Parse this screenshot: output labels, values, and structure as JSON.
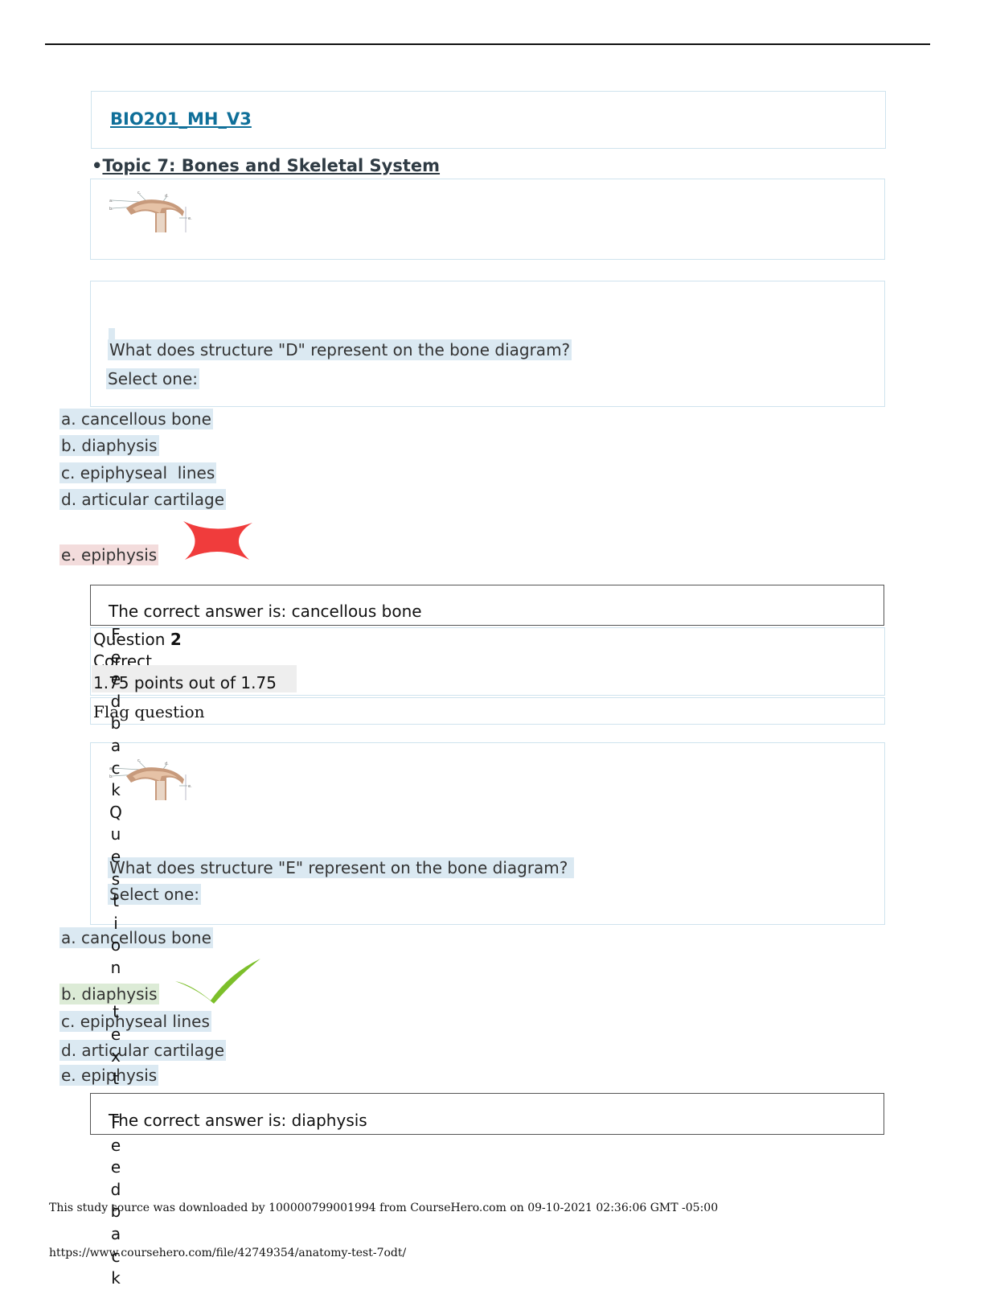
{
  "course": {
    "code": "BIO201_MH_V3"
  },
  "topic": {
    "bullet": "•",
    "title": "Topic 7: Bones and Skeletal System"
  },
  "question1": {
    "text": "What does structure \"D\" represent on the bone diagram?",
    "prompt": "Select one:",
    "options": [
      "a. cancellous bone",
      "b. diaphysis",
      "c. epiphyseal  lines",
      "d. articular cartilage",
      "e. epiphysis"
    ],
    "feedback": "The correct answer is: cancellous bone",
    "status_icon": "cross-icon",
    "status_color": "#f03c3c"
  },
  "question2": {
    "number_label": "Question",
    "number": "2",
    "status": "Correct",
    "points": "1.75 points out of 1.75",
    "flag": "Flag question",
    "text": "What does structure \"E\" represent on the bone diagram?",
    "prompt": "Select one:",
    "options": [
      "a. cancellous bone",
      "b. diaphysis",
      "c. epiphyseal lines",
      "d. articular cartilage",
      "e. epiphysis"
    ],
    "feedback": "The correct answer is: diaphysis",
    "status_icon": "check-icon",
    "status_color": "#7cbf2a"
  },
  "overlay_text": "FeedbackQuestion text Feedback",
  "footer": {
    "source": "This study source was downloaded by 100000799001994 from CourseHero.com on 09-10-2021 02:36:06 GMT -05:00",
    "url": "https://www.coursehero.com/file/42749354/anatomy-test-7odt/"
  }
}
